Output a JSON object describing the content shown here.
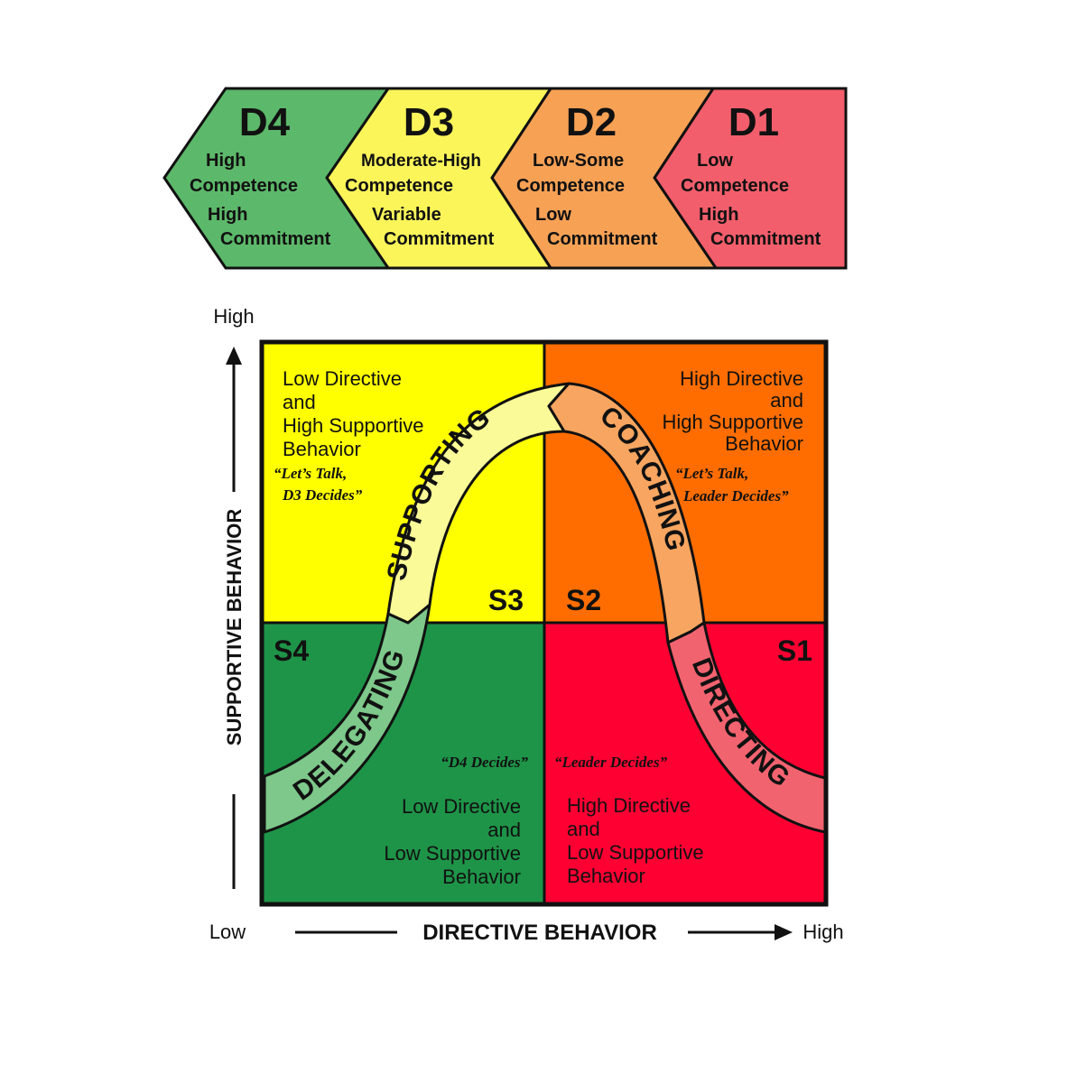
{
  "development_levels": [
    {
      "id": "D4",
      "line1": "High",
      "line2": "Competence",
      "line3": "High",
      "line4": "Commitment",
      "color": "#5cb86a"
    },
    {
      "id": "D3",
      "line1": "Moderate-High",
      "line2": "Competence",
      "line3": "Variable",
      "line4": "Commitment",
      "color": "#fbf55a"
    },
    {
      "id": "D2",
      "line1": "Low-Some",
      "line2": "Competence",
      "line3": "Low",
      "line4": "Commitment",
      "color": "#f7a155"
    },
    {
      "id": "D1",
      "line1": "Low",
      "line2": "Competence",
      "line3": "High",
      "line4": "Commitment",
      "color": "#f25e6b"
    }
  ],
  "quadrants": {
    "s3": {
      "label": "S3",
      "color": "#ffff00",
      "desc": [
        "Low Directive",
        "and",
        "High Supportive",
        "Behavior"
      ],
      "quote": [
        "“Let’s Talk,",
        "D3 Decides”"
      ]
    },
    "s2": {
      "label": "S2",
      "color": "#ff6d00",
      "desc": [
        "High Directive",
        "and",
        "High Supportive",
        "Behavior"
      ],
      "quote": [
        "“Let’s Talk,",
        "Leader Decides”"
      ]
    },
    "s4": {
      "label": "S4",
      "color": "#1e9448",
      "desc": [
        "Low Directive",
        "and",
        "Low Supportive",
        "Behavior"
      ],
      "quote": [
        "“D4 Decides”"
      ]
    },
    "s1": {
      "label": "S1",
      "color": "#ff0033",
      "desc": [
        "High Directive",
        "and",
        "Low Supportive",
        "Behavior"
      ],
      "quote": [
        "“Leader Decides”"
      ]
    }
  },
  "curve_labels": {
    "supporting": "SUPPORTING",
    "coaching": "COACHING",
    "delegating": "DELEGATING",
    "directing": "DIRECTING"
  },
  "axes": {
    "y_label": "SUPPORTIVE BEHAVIOR",
    "y_high": "High",
    "x_label": "DIRECTIVE BEHAVIOR",
    "x_low": "Low",
    "x_high": "High"
  }
}
